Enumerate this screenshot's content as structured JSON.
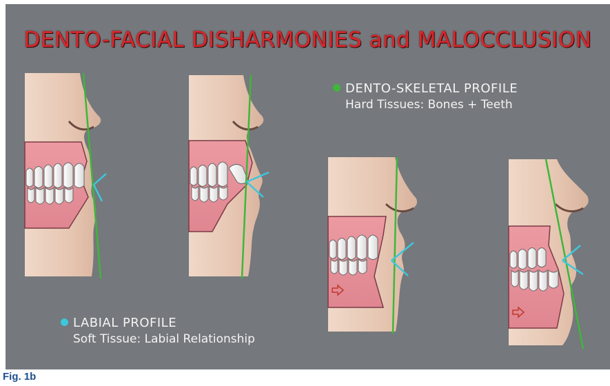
{
  "title": "DENTO-FACIAL DISHARMONIES and MALOCCLUSION",
  "legend": {
    "dento_skeletal": {
      "heading": "DENTO-SKELETAL PROFILE",
      "subtitle": "Hard Tissues: Bones + Teeth",
      "color": "#3fb63b"
    },
    "labial": {
      "heading": "LABIAL PROFILE",
      "subtitle": "Soft Tissue: Labial Relationship",
      "color": "#3cc7dc"
    }
  },
  "figure_label": "Fig. 1b",
  "colors": {
    "background": "#75787c",
    "title": "#d8272b",
    "skin": "#e3c4b1",
    "gums": "#e8929a",
    "teeth": "#ffffff"
  }
}
